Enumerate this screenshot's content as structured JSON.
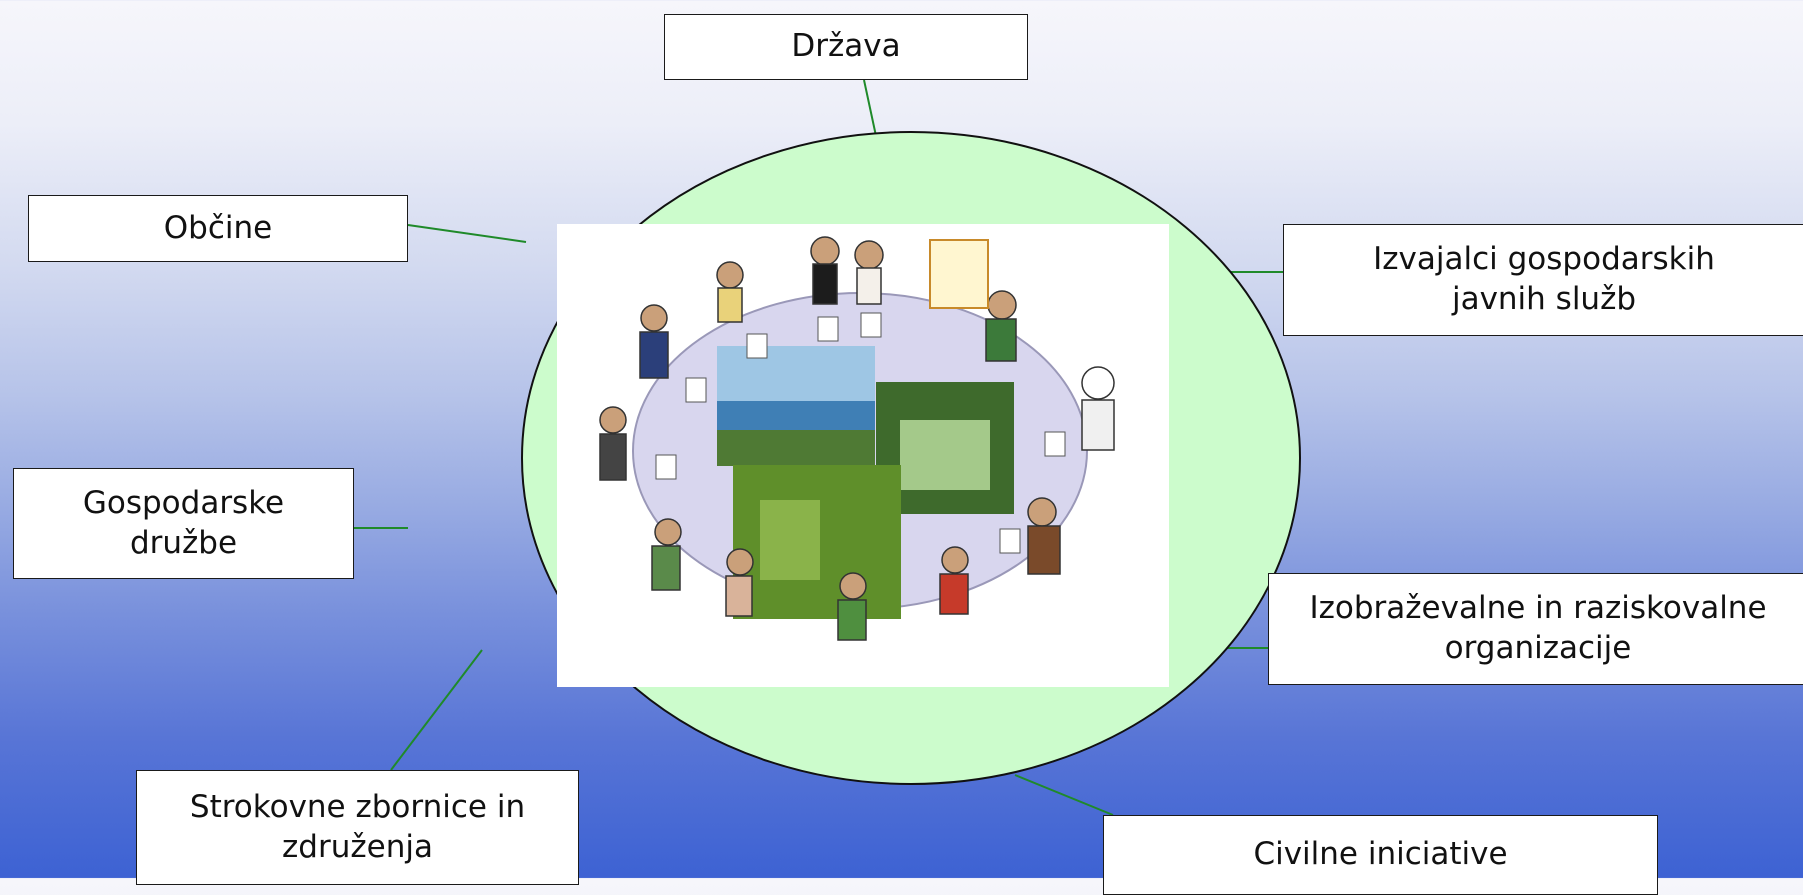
{
  "diagram": {
    "stakeholders": {
      "drzava": "Država",
      "obcine": "Občine",
      "izvajalci": "Izvajalci gospodarskih\njavnih služb",
      "gospodarske": "Gospodarske\ndružbe",
      "izobrazevalne": "Izobraževalne in raziskovalne\norganizacije",
      "strokovne": "Strokovne zbornice in\nzdruženja",
      "civilne": "Civilne iniciative"
    },
    "center_image": {
      "description_icon": "round-table-meeting-illustration",
      "ellipse_fill": "#ccfccc",
      "table_fill": "#d8d6ee"
    },
    "colors": {
      "connector": "#1f8a2a",
      "box_border": "#1a1a1a",
      "background_top": "#f6f6fb",
      "background_bottom": "#3d62d3"
    }
  }
}
